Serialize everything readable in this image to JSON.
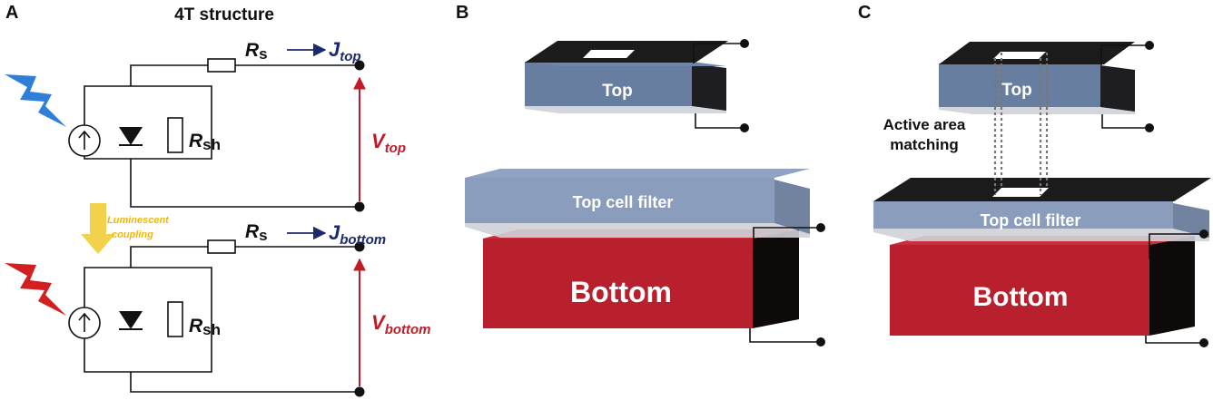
{
  "panels": {
    "a": "A",
    "b": "B",
    "c": "C"
  },
  "circuit": {
    "title": "4T structure",
    "rs_main": "R",
    "rs_sub": "s",
    "rsh_main": "R",
    "rsh_sub": "sh",
    "j_main": "J",
    "j_top_sub": "top",
    "j_bottom_sub": "bottom",
    "v_main": "V",
    "v_top_sub": "top",
    "v_bottom_sub": "bottom",
    "luminescent_line1": "Luminescent",
    "luminescent_line2": "coupling"
  },
  "panel_b": {
    "top_label": "Top",
    "filter_label": "Top cell filter",
    "bottom_label": "Bottom"
  },
  "panel_c": {
    "top_label": "Top",
    "filter_label": "Top cell filter",
    "bottom_label": "Bottom",
    "annotation_line1": "Active area",
    "annotation_line2": "matching"
  },
  "colors": {
    "blue_light": "#2f7fd9",
    "red_light": "#d21f1f",
    "current": "#1a2a6c",
    "voltage": "#c01c28",
    "luminescent": "#f2b705",
    "top_cell": "#5b7399",
    "bottom_cell": "#b8202e",
    "electrode": "#1b1b1b"
  }
}
